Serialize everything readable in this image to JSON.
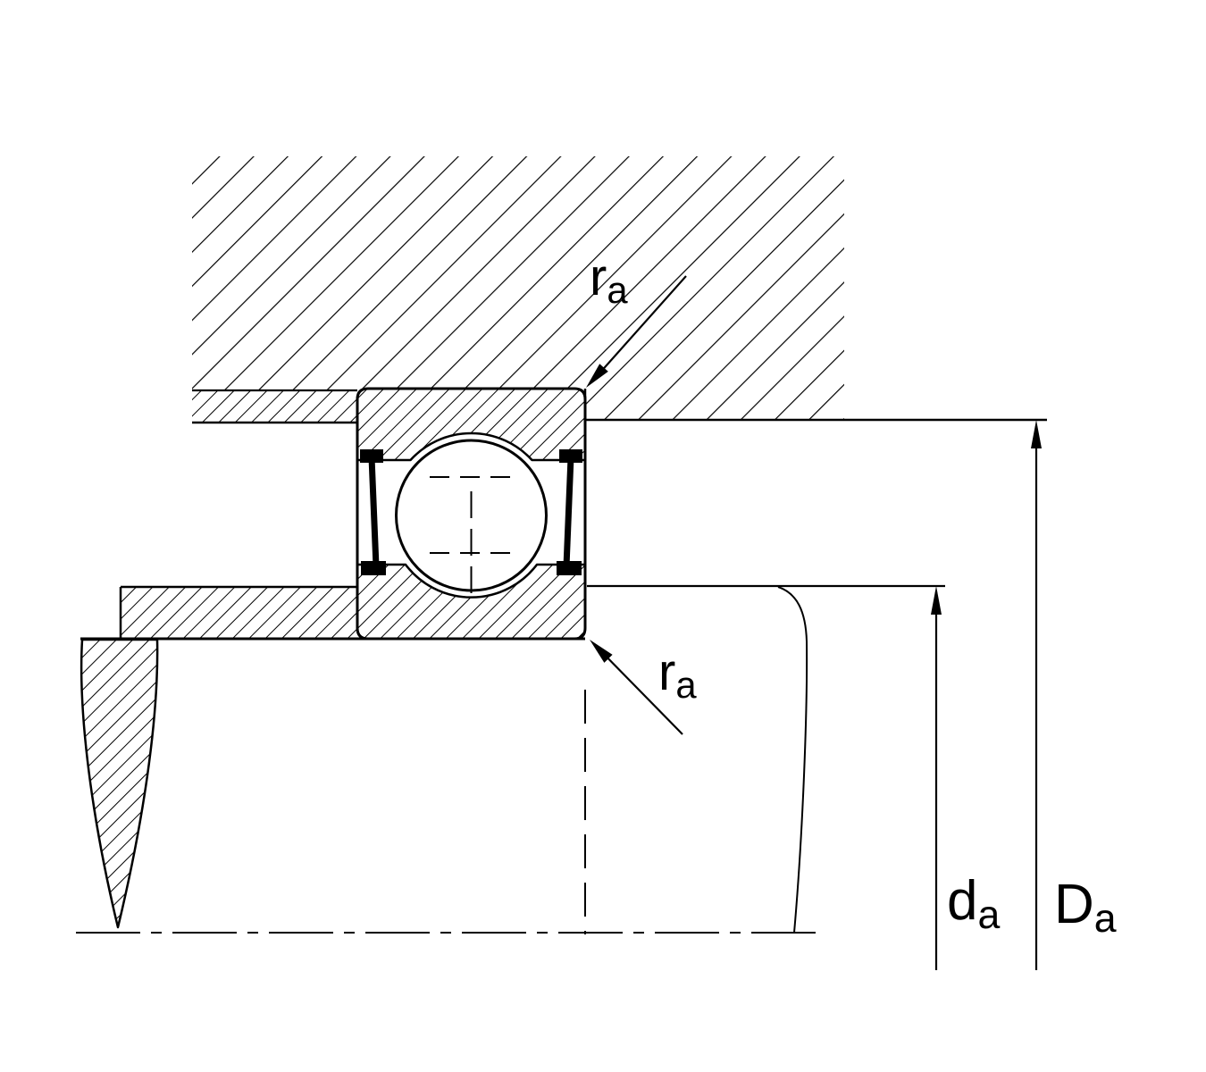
{
  "diagram_title": "bearing-mounting-abutment-dimensions",
  "labels": {
    "ra_top": {
      "symbol": "r",
      "subscript": "a"
    },
    "ra_bottom": {
      "symbol": "r",
      "subscript": "a"
    },
    "da": {
      "symbol": "d",
      "subscript": "a"
    },
    "Da": {
      "symbol": "D",
      "subscript": "a"
    }
  },
  "colors": {
    "line": "#000000",
    "background": "#ffffff"
  }
}
